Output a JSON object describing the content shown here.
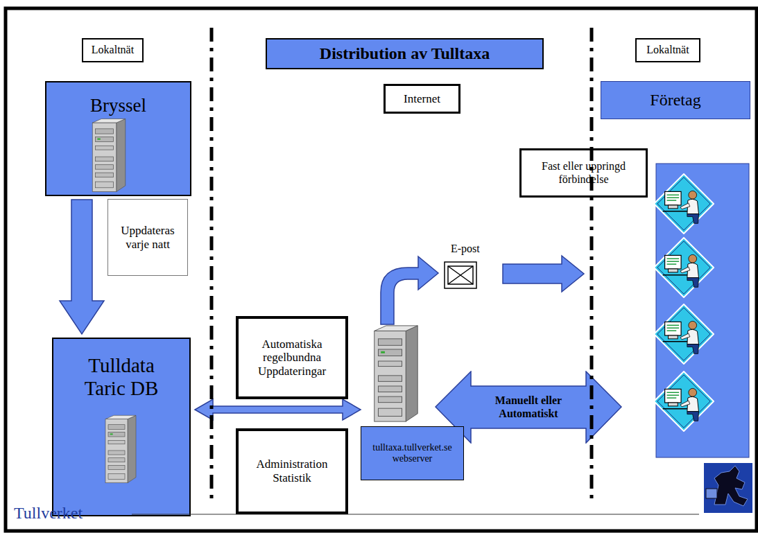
{
  "diagram": {
    "title": "Distribution av Tulltaxa",
    "nodes": [
      {
        "text": [
          "Lokaltnät"
        ]
      },
      {
        "text": [
          "Lokaltnät"
        ]
      },
      {
        "text": [
          "Internet"
        ]
      },
      {
        "text": [
          "Bryssel"
        ]
      },
      {
        "text": [
          "Företag"
        ]
      },
      {
        "text": [
          "Fast eller uppringd förbindelse"
        ]
      },
      {
        "text": [
          "Uppdateras varje natt"
        ]
      },
      {
        "text": [
          "Tulldata Taric DB"
        ]
      },
      {
        "text": [
          "Automatiska regelbundna Uppdateringar"
        ]
      },
      {
        "text": [
          "Administration Statistik"
        ]
      },
      {
        "text": [
          "tulltaxa.tullverket.se webserver"
        ]
      },
      {
        "text": [
          "Manuellt eller Automatiskt"
        ]
      }
    ],
    "edges": [
      {
        "from": 3,
        "to": 7,
        "arrow": "to"
      },
      {
        "from": 7,
        "to": 10,
        "arrow": "both"
      }
    ],
    "labels": [
      "E-post",
      "Tullverket"
    ]
  }
}
